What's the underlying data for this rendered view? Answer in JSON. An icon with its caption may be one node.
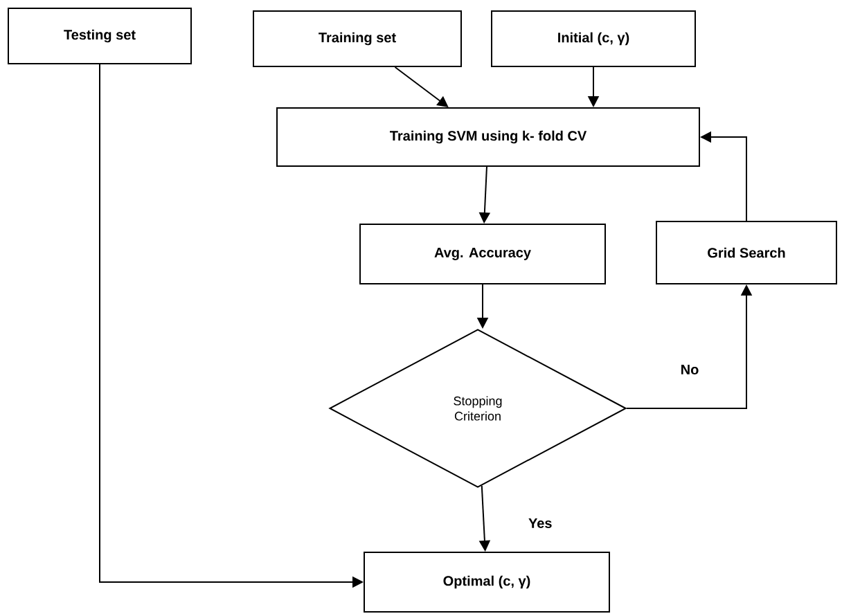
{
  "diagram": {
    "nodes": [
      {
        "text": [
          "Testing set"
        ]
      },
      {
        "text": [
          "Training set"
        ]
      },
      {
        "text": [
          "Initial (c, γ)"
        ]
      },
      {
        "text": [
          "Training SVM using k- fold CV"
        ]
      },
      {
        "text": [
          "Avg. Accuracy"
        ]
      },
      {
        "text": [
          "Grid Search"
        ]
      },
      {
        "text": [
          "Stopping Criterion"
        ]
      },
      {
        "text": [
          "Optimal (c, γ)"
        ]
      }
    ],
    "edges": [
      {
        "from": 1,
        "to": 3,
        "arrow": "to"
      },
      {
        "from": 2,
        "to": 3,
        "arrow": "to"
      },
      {
        "from": 3,
        "to": 4,
        "arrow": "to"
      },
      {
        "from": 4,
        "to": 6,
        "arrow": "to"
      },
      {
        "from": 6,
        "to": 5,
        "arrow": "to",
        "label": "No"
      },
      {
        "from": 5,
        "to": 3,
        "arrow": "to"
      },
      {
        "from": 6,
        "to": 7,
        "arrow": "to",
        "label": "Yes"
      },
      {
        "from": 0,
        "to": 7,
        "arrow": "to"
      }
    ]
  }
}
